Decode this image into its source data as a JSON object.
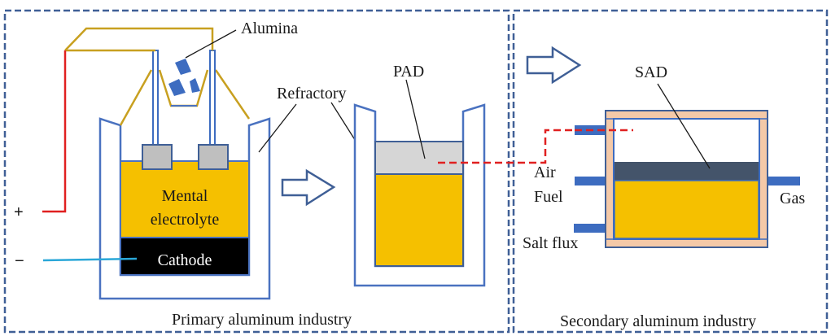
{
  "colors": {
    "panel_border": "#3f5f96",
    "refractory": "#4a72c0",
    "wire_gold": "#c8a020",
    "wire_red": "#e02020",
    "wire_blue": "#2aa7d8",
    "electrolyte": "#f5c000",
    "cathode": "#000000",
    "anode": "#bfbfbf",
    "dross": "#d6d6d6",
    "sad": "#44546a",
    "furnace_wall": "#f4c9a8",
    "pipe": "#3d6cc0",
    "flow_arrow": "#e02020"
  },
  "panels": {
    "primary": {
      "caption": "Primary aluminum industry"
    },
    "secondary": {
      "caption": "Secondary aluminum industry"
    }
  },
  "electrolysis_cell": {
    "alumina_label": "Alumina",
    "refractory_label": "Refractory",
    "electrolyte_label_line1": "Mental",
    "electrolyte_label_line2": "electrolyte",
    "cathode_label": "Cathode",
    "plus_sign": "+",
    "minus_sign": "−"
  },
  "pad_container": {
    "pad_label": "PAD"
  },
  "furnace": {
    "sad_label": "SAD",
    "air_label": "Air",
    "fuel_label": "Fuel",
    "salt_flux_label": "Salt flux",
    "gas_label": "Gas"
  }
}
